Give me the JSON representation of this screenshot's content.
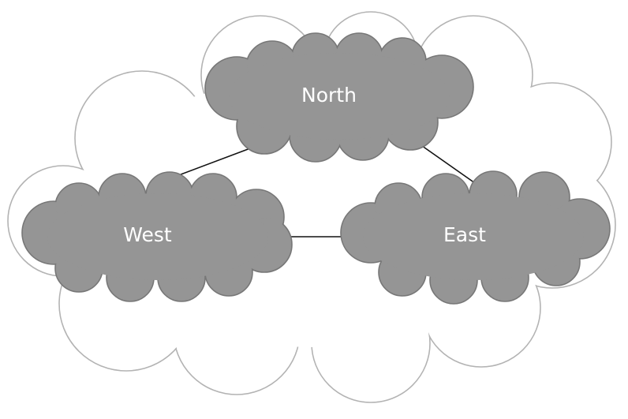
{
  "diagram": {
    "nodes": {
      "north": {
        "label": "North"
      },
      "west": {
        "label": "West"
      },
      "east": {
        "label": "East"
      }
    },
    "links": [
      {
        "from": "north",
        "to": "west"
      },
      {
        "from": "north",
        "to": "east"
      },
      {
        "from": "west",
        "to": "east"
      }
    ],
    "colors": {
      "outer_cloud_fill": "#ffffff",
      "outer_cloud_stroke": "#b3b3b3",
      "node_cloud_fill": "#959595",
      "node_cloud_stroke": "#777777",
      "link_color": "#111111",
      "label_color": "#ffffff"
    }
  }
}
